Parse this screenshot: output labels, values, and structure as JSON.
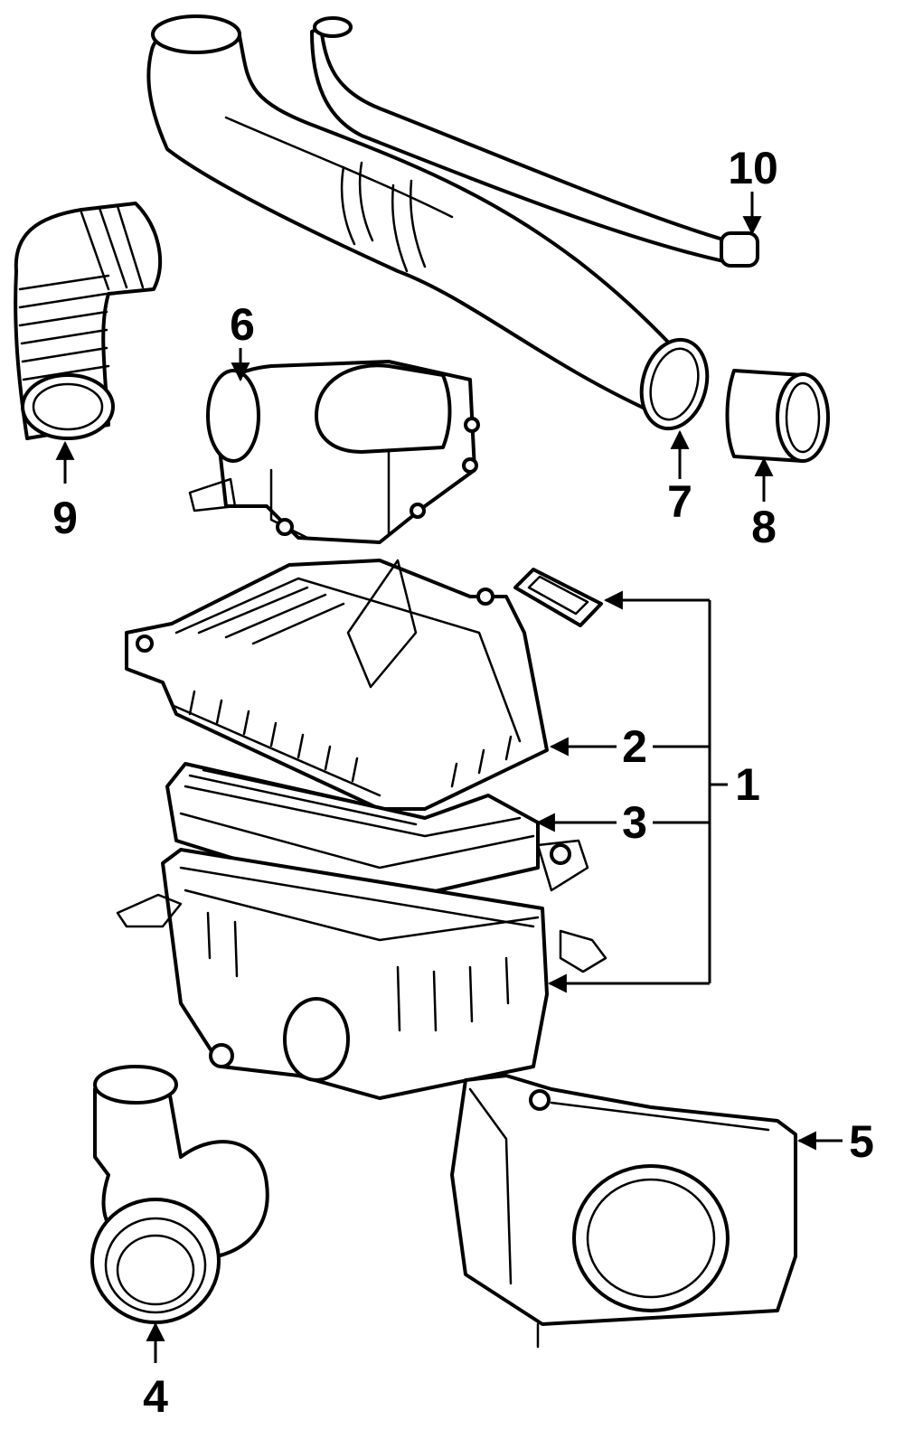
{
  "callouts": {
    "c1": "1",
    "c2": "2",
    "c3": "3",
    "c4": "4",
    "c5": "5",
    "c6": "6",
    "c7": "7",
    "c8": "8",
    "c9": "9",
    "c10": "10"
  },
  "colors": {
    "line": "#000000",
    "background": "#ffffff"
  }
}
